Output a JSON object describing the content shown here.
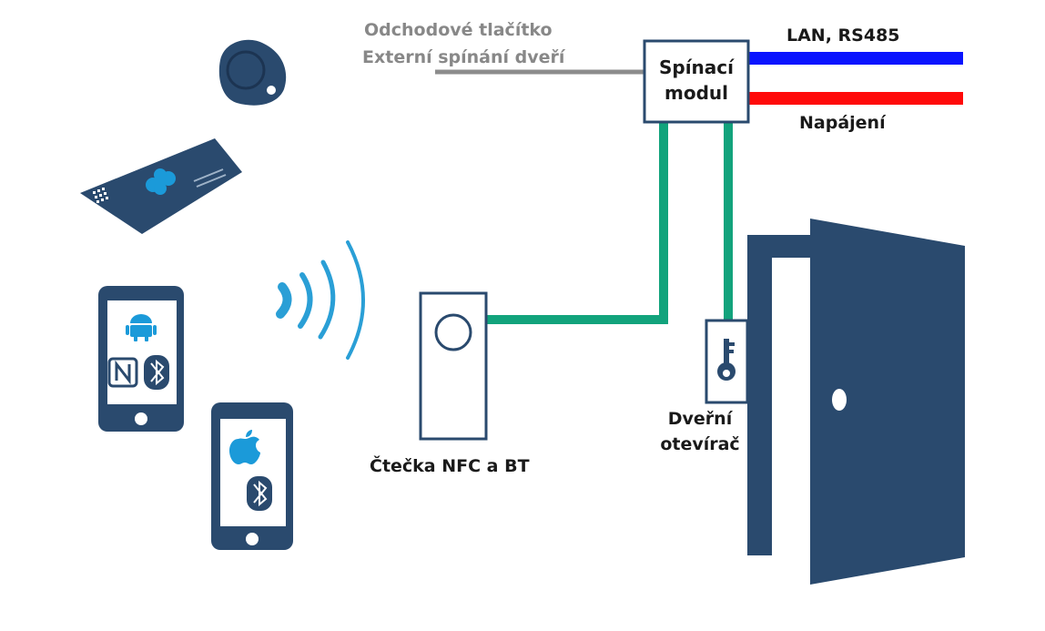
{
  "labels": {
    "exit_button": "Odchodové tlačítko",
    "external_switch": "Externí spínání dveří",
    "module_line1": "Spínací",
    "module_line2": "modul",
    "lan": "LAN, RS485",
    "power": "Napájení",
    "reader": "Čtečka NFC a BT",
    "opener_line1": "Dveřní",
    "opener_line2": "otevírač"
  },
  "colors": {
    "device": "#2a4a6e",
    "wire_green": "#12a37c",
    "wire_gray": "#8c8c8c",
    "wire_blue": "#0a14ff",
    "wire_red": "#ff0a0a",
    "signal": "#2a9fd6",
    "module_border": "#2a4a6e",
    "card_symbol": "#1b9ad9"
  },
  "icons": {
    "keyfob": "keyfob-icon",
    "card": "rfid-card-icon",
    "android_phone": "android-phone-icon",
    "iphone": "iphone-icon",
    "signal": "wireless-signal-icon",
    "reader": "nfc-reader-icon",
    "opener": "door-strike-icon",
    "door": "open-door-icon"
  }
}
